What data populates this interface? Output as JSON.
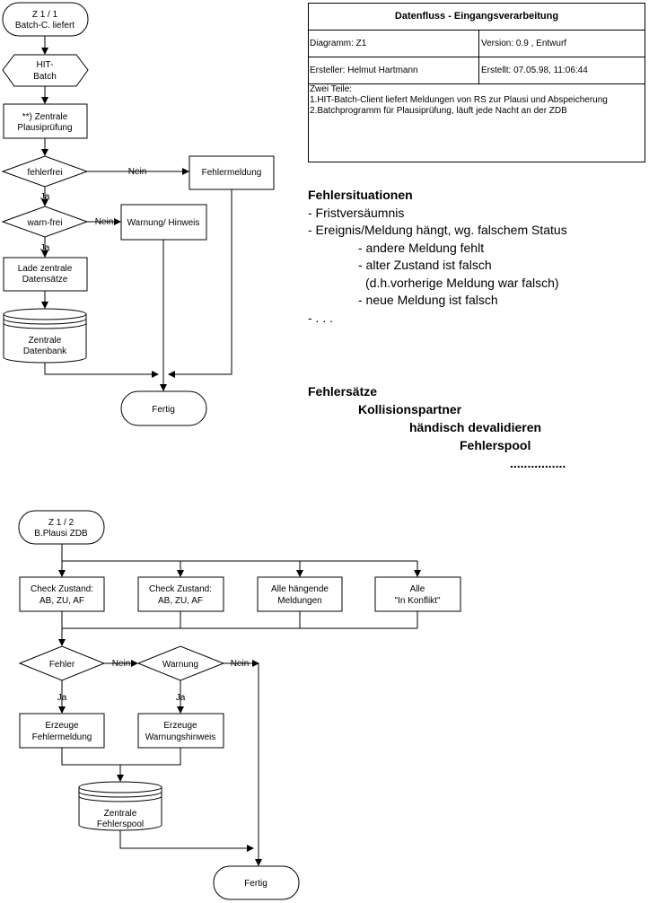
{
  "info_box": {
    "title": "Datenfluss - Eingangsverarbeitung",
    "diagram": "Diagramm: Z1",
    "version": "Version: 0.9 , Entwurf",
    "author": "Ersteller: Helmut Hartmann",
    "created": "Erstellt:  07.05.98, 11:06:44",
    "desc_title": "Zwei Teile:",
    "desc_1": "1.HIT-Batch-Client liefert Meldungen von RS zur Plausi und Abspeicherung",
    "desc_2": "2.Batchprogramm für Plausiprüfung, läuft jede Nacht an der ZDB"
  },
  "errors": {
    "heading": "Fehlersituationen",
    "items": [
      "- Fristversäumnis",
      "- Ereignis/Meldung hängt, wg. falschem Status",
      "- andere Meldung fehlt",
      "- alter Zustand ist falsch",
      "(d.h.vorherige Meldung war falsch)",
      "- neue Meldung ist falsch",
      "- . . ."
    ]
  },
  "errors2": {
    "heading": "Fehlersätze",
    "l1": "Kollisionspartner",
    "l2": "händisch devalidieren",
    "l3": "Fehlerspool",
    "l4": "................"
  },
  "flow1": {
    "start": [
      "Z 1 / 1",
      "Batch-C. liefert"
    ],
    "hit": [
      "HIT-",
      "Batch"
    ],
    "check": [
      "**) Zentrale",
      "Plausiprüfung"
    ],
    "fehlerfrei": "fehlerfrei",
    "warnfrei": "warn-frei",
    "nein1": "Nein",
    "nein2": "Nein",
    "ja1": "Ja",
    "ja2": "Ja",
    "fehlermeldung": "Fehlermeldung",
    "warnung": "Warnung/ Hinweis",
    "lade": [
      "Lade zentrale",
      "Datensätze"
    ],
    "db": [
      "Zentrale",
      "Datenbank"
    ],
    "fertig": "Fertig"
  },
  "flow2": {
    "start": [
      "Z 1 / 2",
      "B.Plausi ZDB"
    ],
    "c1": [
      "Check Zustand:",
      "AB, ZU, AF"
    ],
    "c2": [
      "Check Zustand:",
      "AB, ZU, AF"
    ],
    "c3": [
      "Alle hängende",
      "Meldungen"
    ],
    "c4": [
      "Alle",
      "\"In Konflikt\""
    ],
    "fehler": "Fehler",
    "warnung": "Warnung",
    "nein1": "Nein",
    "nein2": "Nein",
    "ja1": "Ja",
    "ja2": "Ja",
    "e1": [
      "Erzeuge",
      "Fehlermeldung"
    ],
    "e2": [
      "Erzeuge",
      "Warnungshinweis"
    ],
    "db": [
      "Zentrale",
      "Fehlerspool"
    ],
    "fertig": "Fertig"
  }
}
